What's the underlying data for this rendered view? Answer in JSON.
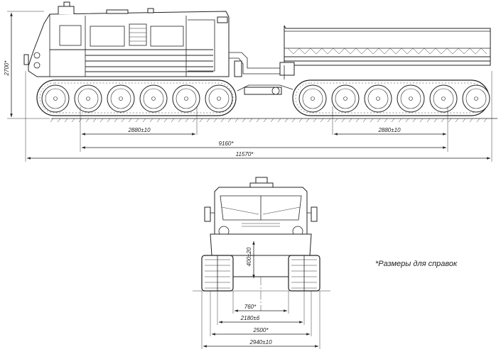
{
  "side_view": {
    "dimensions": {
      "overall_height": "2700*",
      "front_wheelbase": "2880±10",
      "rear_wheelbase": "2880±10",
      "unit_spacing": "9160*",
      "overall_length": "11570*"
    },
    "tractor_road_wheels": 6,
    "trailer_road_wheels": 6
  },
  "front_view": {
    "dimensions": {
      "ground_clearance": "400±20",
      "track_inner": "760*",
      "track_gauge": "2180±6",
      "vehicle_width": "2500*",
      "overall_width": "2940±10"
    }
  },
  "note": "*Размеры для справок"
}
